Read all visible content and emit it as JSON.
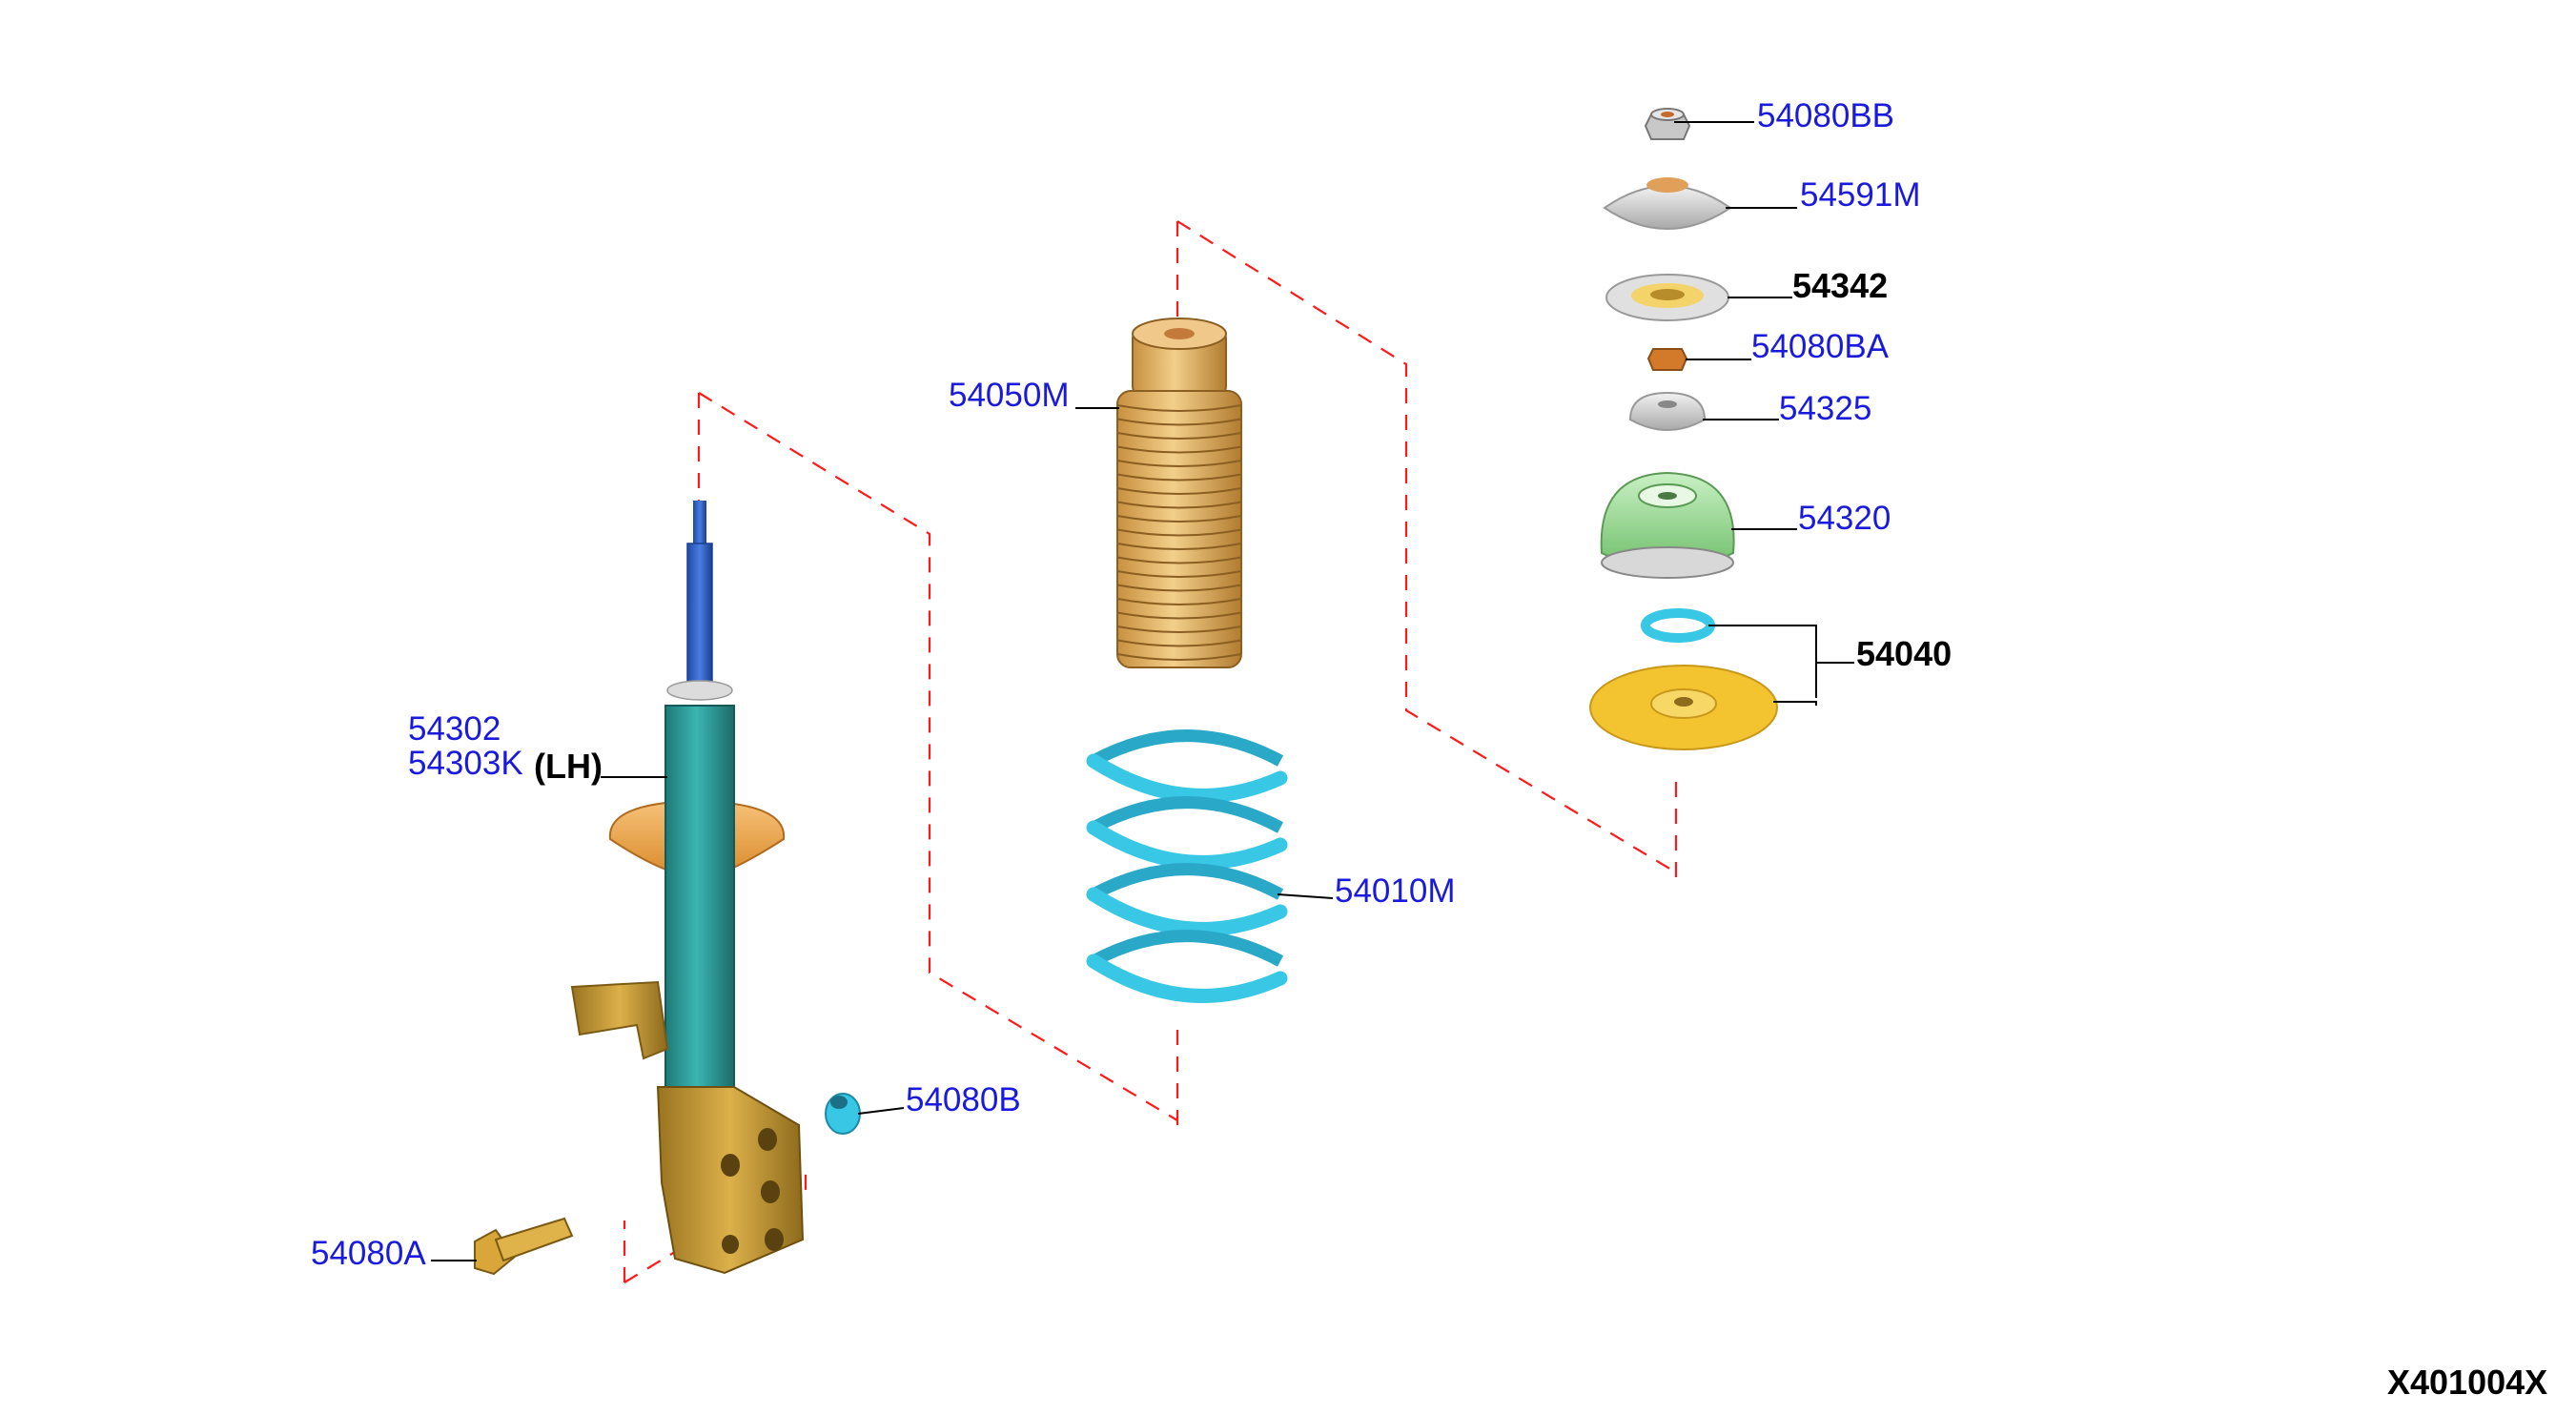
{
  "labels": {
    "p54080BB": "54080BB",
    "p54591M": "54591M",
    "p54342": "54342",
    "p54080BA": "54080BA",
    "p54325": "54325",
    "p54320": "54320",
    "p54040": "54040",
    "p54050M": "54050M",
    "p54010M": "54010M",
    "p54080B": "54080B",
    "p54080A": "54080A",
    "p5430_line1": "54302",
    "p5430_line2": "54303K",
    "side_lh": "(LH)",
    "diagram_code": "X401004X"
  },
  "colors": {
    "label_blue": "#1a1adc",
    "bold_label": "#000000",
    "exploded_line": "#ff1a1a",
    "spring": "#38c8e6",
    "boot": "#e2b26a",
    "strut_body": "#2a9a98",
    "piston_rod": "#2a5ec8",
    "spring_seat": "#e9a24a",
    "mount_green": "#9fdb9a",
    "grey_part": "#d9d9d9",
    "knuckle_bracket": "#c99b2e",
    "yellow_seat": "#f4c430"
  }
}
